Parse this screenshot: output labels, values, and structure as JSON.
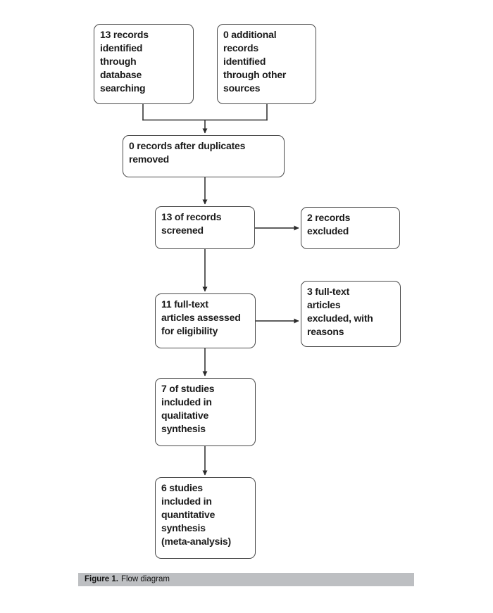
{
  "figure": {
    "caption_label": "Figure 1.",
    "caption_text": "Flow diagram"
  },
  "diagram": {
    "type": "prisma-flow-diagram",
    "boxes": [
      {
        "id": "records-identified-database",
        "text": "13 records\nidentified\nthrough\ndatabase\nsearching"
      },
      {
        "id": "records-identified-other",
        "text": "0 additional\nrecords\nidentified\nthrough other\nsources"
      },
      {
        "id": "records-after-duplicates",
        "text": "0 records after duplicates\nremoved"
      },
      {
        "id": "records-screened",
        "text": "13 of records\nscreened"
      },
      {
        "id": "records-excluded",
        "text": "2 records\nexcluded"
      },
      {
        "id": "fulltext-assessed",
        "text": "11 full-text\narticles assessed\nfor eligibility"
      },
      {
        "id": "fulltext-excluded",
        "text": "3 full-text\narticles\nexcluded, with\nreasons"
      },
      {
        "id": "qualitative-synthesis",
        "text": "7 of studies\nincluded in\nqualitative\nsynthesis"
      },
      {
        "id": "quantitative-synthesis",
        "text": "6 studies\nincluded in\nquantitative\nsynthesis\n(meta-analysis)"
      }
    ],
    "colors": {
      "box_border": "#4a4a4a",
      "text": "#1b1b1b",
      "arrow": "#2a2a2a",
      "caption_bg": "#bdbfc2",
      "page_bg": "#ffffff"
    }
  }
}
